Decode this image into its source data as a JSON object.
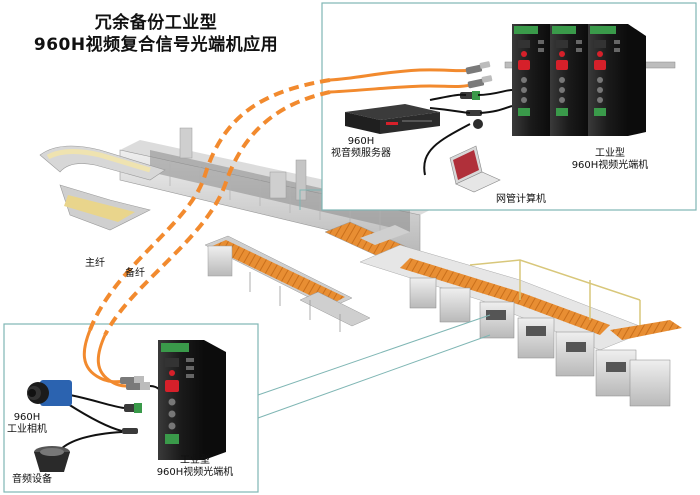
{
  "title": {
    "line1": "冗余备份工业型",
    "line2": "960H视频复合信号光端机应用"
  },
  "labels": {
    "server_line1": "960H",
    "server_line2": "视音频服务器",
    "pc": "网管计算机",
    "top_transceiver_line1": "工业型",
    "top_transceiver_line2": "960H视频光端机",
    "primary_fiber": "主纤",
    "backup_fiber": "备纤",
    "camera_line1": "960H",
    "camera_line2": "工业相机",
    "audio": "音频设备",
    "bottom_transceiver_line1": "工业型",
    "bottom_transceiver_line2": "960H视频光端机"
  },
  "colors": {
    "fiber": "#f28a2e",
    "panel_border": "#7fb6b4",
    "device_body": "#1c1c1c",
    "device_red": "#d6202a",
    "device_green": "#3a9a4a",
    "conveyor": "#e88e33",
    "machine": "#d4d4d4"
  },
  "icons": [
    "transceiver-icon",
    "server-icon",
    "laptop-icon",
    "camera-icon",
    "speaker-icon",
    "fiber-connector-icon"
  ]
}
